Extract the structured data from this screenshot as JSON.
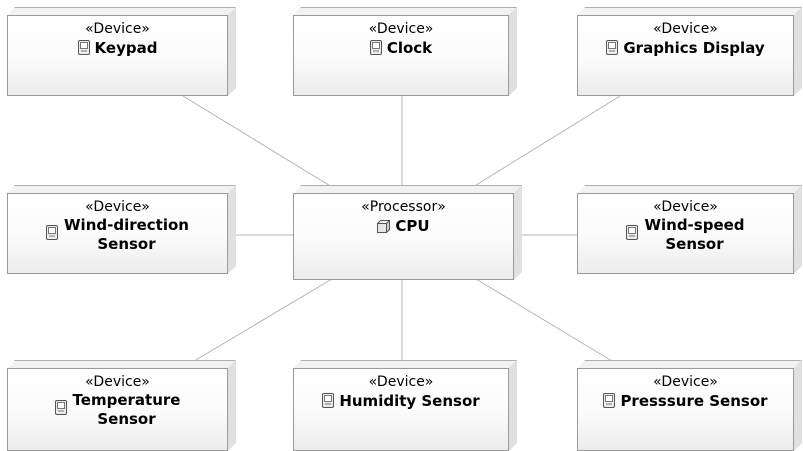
{
  "nodes": {
    "keypad": {
      "stereotype": "«Device»",
      "name": "Keypad",
      "icon": "device-icon"
    },
    "clock": {
      "stereotype": "«Device»",
      "name": "Clock",
      "icon": "device-icon"
    },
    "graphics": {
      "stereotype": "«Device»",
      "name": "Graphics Display",
      "icon": "device-icon"
    },
    "winddir": {
      "stereotype": "«Device»",
      "name_line1": "Wind-direction",
      "name_line2": "Sensor",
      "icon": "device-icon"
    },
    "cpu": {
      "stereotype": "«Processor»",
      "name": "CPU",
      "icon": "processor-icon"
    },
    "windspeed": {
      "stereotype": "«Device»",
      "name_line1": "Wind-speed",
      "name_line2": "Sensor",
      "icon": "device-icon"
    },
    "temperature": {
      "stereotype": "«Device»",
      "name_line1": "Temperature",
      "name_line2": "Sensor",
      "icon": "device-icon"
    },
    "humidity": {
      "stereotype": "«Device»",
      "name": "Humidity Sensor",
      "icon": "device-icon"
    },
    "pressure": {
      "stereotype": "«Device»",
      "name": "Presssure Sensor",
      "icon": "device-icon"
    }
  },
  "connections": [
    {
      "from": "cpu",
      "to": "keypad"
    },
    {
      "from": "cpu",
      "to": "clock"
    },
    {
      "from": "cpu",
      "to": "graphics"
    },
    {
      "from": "cpu",
      "to": "winddir"
    },
    {
      "from": "cpu",
      "to": "windspeed"
    },
    {
      "from": "cpu",
      "to": "temperature"
    },
    {
      "from": "cpu",
      "to": "humidity"
    },
    {
      "from": "cpu",
      "to": "pressure"
    }
  ],
  "colors": {
    "line": "#b4b4b4",
    "border": "#9a9a9a",
    "background": "#ffffff"
  }
}
